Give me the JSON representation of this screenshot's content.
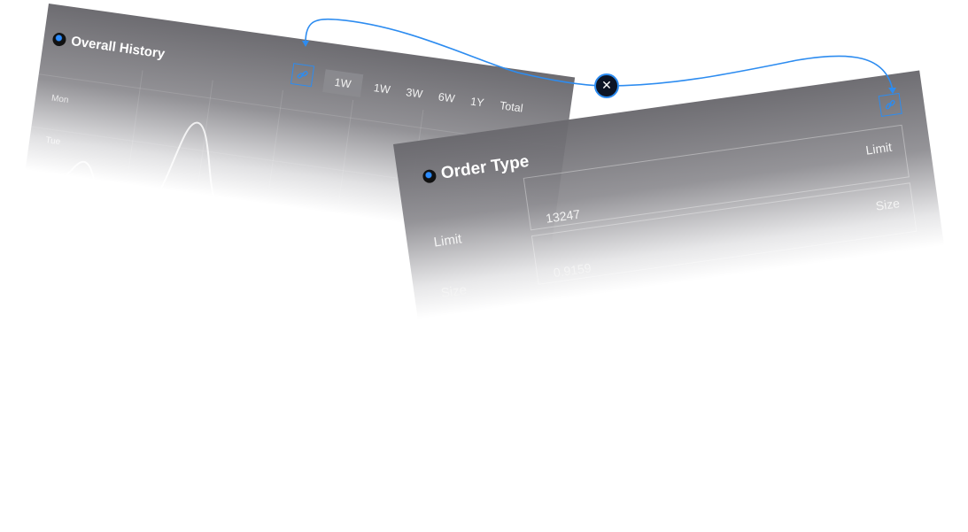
{
  "history": {
    "title": "Overall History",
    "ranges": [
      "1W",
      "1W",
      "3W",
      "6W",
      "1Y",
      "Total"
    ],
    "active_range_index": 0,
    "days": [
      "Mon",
      "Tue"
    ]
  },
  "order": {
    "title": "Order Type",
    "unit_header": "Limit",
    "fields": [
      {
        "label": "Limit",
        "value": "13247",
        "unit": ""
      },
      {
        "label": "Size",
        "value": "0.9159",
        "unit": "Size"
      }
    ]
  },
  "icons": {
    "link": "link-icon",
    "close": "close-icon",
    "status_dot": "status-dot-icon"
  },
  "colors": {
    "accent": "#2d8cf0",
    "panel": "#6a696e"
  }
}
